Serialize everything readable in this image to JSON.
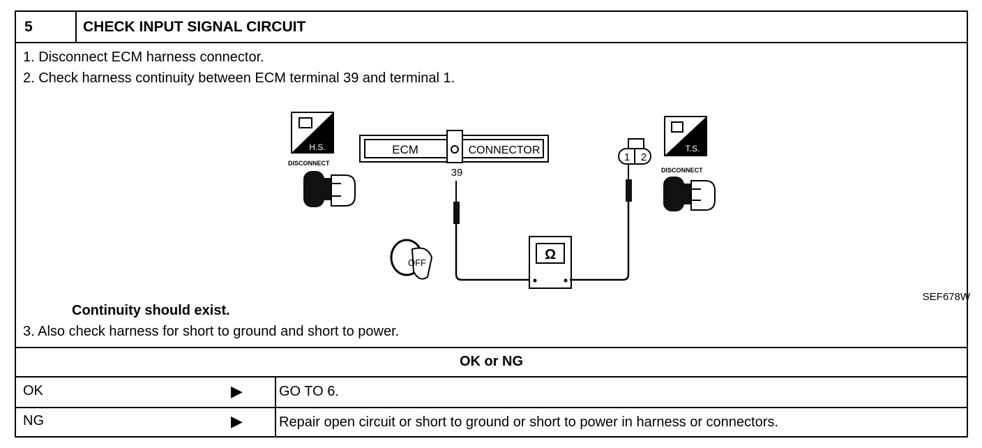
{
  "header": {
    "number": "5",
    "title": "CHECK INPUT SIGNAL CIRCUIT"
  },
  "steps": {
    "s1": "1.  Disconnect ECM harness connector.",
    "s2": "2.  Check harness continuity between ECM terminal 39 and terminal 1.",
    "expect": "Continuity should exist.",
    "s3": "3.  Also check harness for short to ground and short to power."
  },
  "diagram": {
    "ecm_label": "ECM",
    "connector_label": "CONNECTOR",
    "terminal_39": "39",
    "pin_1": "1",
    "pin_2": "2",
    "hs_label": "H.S.",
    "ts_label": "T.S.",
    "disconnect_left": "DISCONNECT",
    "disconnect_right": "DISCONNECT",
    "ignition_label": "OFF",
    "meter_symbol": "Ω",
    "figure_code": "SEF678W"
  },
  "result": {
    "heading": "OK or NG",
    "rows": [
      {
        "label": "OK",
        "action": "GO TO 6."
      },
      {
        "label": "NG",
        "action": "Repair open circuit or short to ground or short to power in harness or connectors."
      }
    ]
  }
}
